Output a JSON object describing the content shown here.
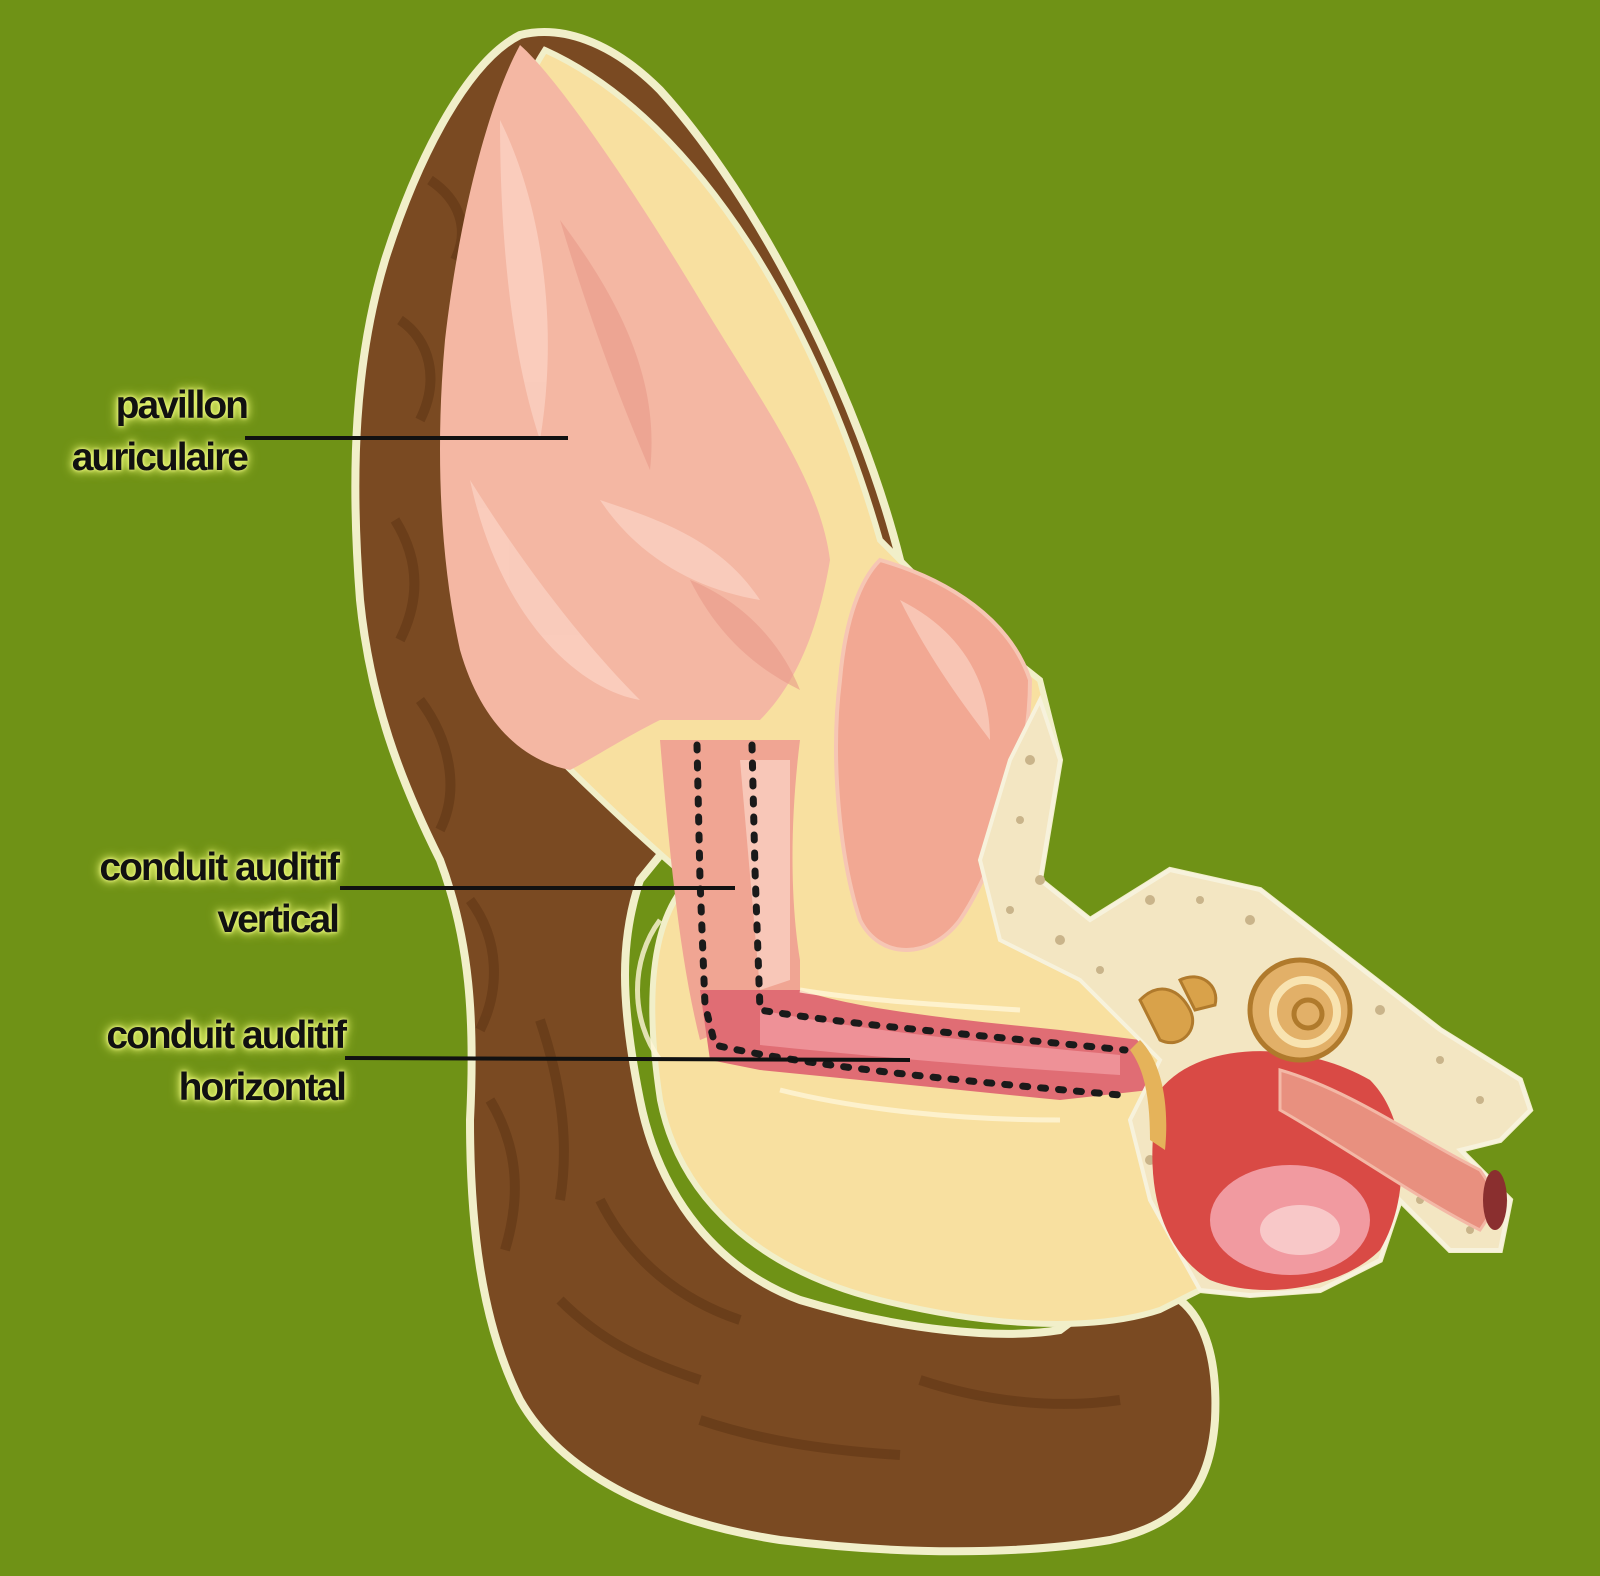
{
  "colors": {
    "background": "#6f9216",
    "fur": "#7a4a22",
    "skin": "#f4b7a3",
    "cartilage": "#f8e0a0",
    "bone": "#f3e6c2",
    "canal": "#e06d74",
    "outline": "#f1efc9"
  },
  "labels": {
    "pinna": {
      "line1": "pavillon",
      "line2": "auriculaire"
    },
    "vertical_canal": {
      "line1": "conduit auditif",
      "line2": "vertical"
    },
    "horizontal_canal": {
      "line1": "conduit auditif",
      "line2": "horizontal"
    }
  }
}
